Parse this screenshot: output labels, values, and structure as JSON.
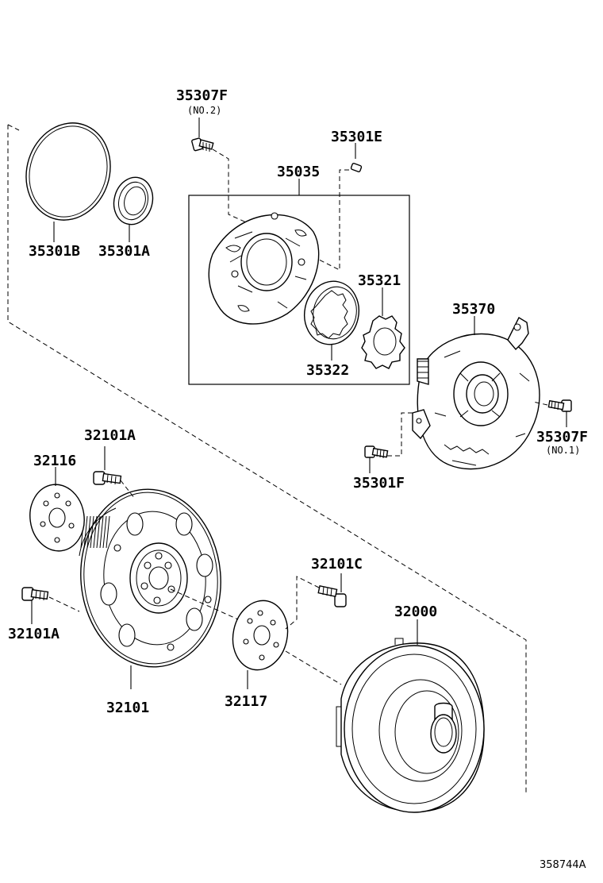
{
  "labels": {
    "p35307F_no2": "35307F",
    "p35307F_no2_note": "(NO.2)",
    "p35301E": "35301E",
    "p35035": "35035",
    "p35301B": "35301B",
    "p35301A": "35301A",
    "p35321": "35321",
    "p35322": "35322",
    "p35370": "35370",
    "p35307F_no1": "35307F",
    "p35307F_no1_note": "(NO.1)",
    "p35301F": "35301F",
    "p32101A_top": "32101A",
    "p32116": "32116",
    "p32101C": "32101C",
    "p32101A_left": "32101A",
    "p32000": "32000",
    "p32101": "32101",
    "p32117": "32117"
  },
  "reference_code": "358744A"
}
